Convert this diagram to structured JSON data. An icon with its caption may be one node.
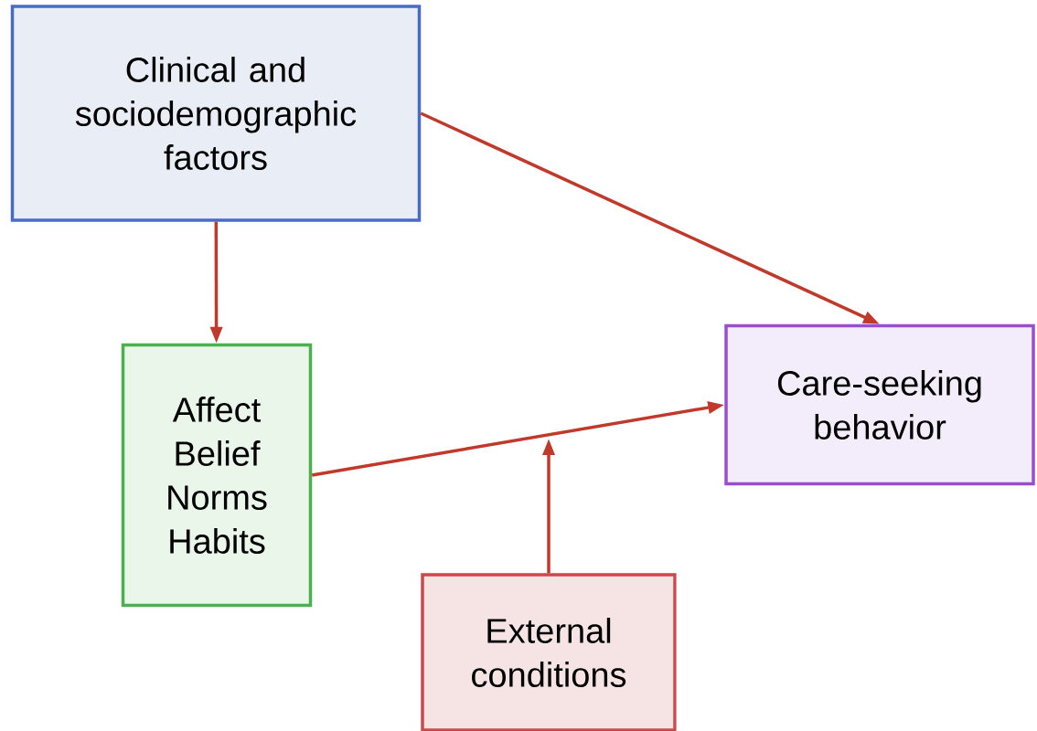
{
  "diagram": {
    "nodes": [
      {
        "text": [
          "Clinical and sociodemographic factors"
        ]
      },
      {
        "text": [
          "Affect",
          "Belief",
          "Norms",
          "Habits"
        ]
      },
      {
        "text": [
          "Care-seeking behavior"
        ]
      },
      {
        "text": [
          "External conditions"
        ]
      }
    ],
    "edges": [
      {
        "from": 0,
        "to": 1,
        "arrow": "to"
      },
      {
        "from": 0,
        "to": 2,
        "arrow": "to"
      },
      {
        "from": 1,
        "to": 2,
        "arrow": "to"
      },
      {
        "from": 3,
        "to": null,
        "arrow": "to"
      }
    ]
  }
}
